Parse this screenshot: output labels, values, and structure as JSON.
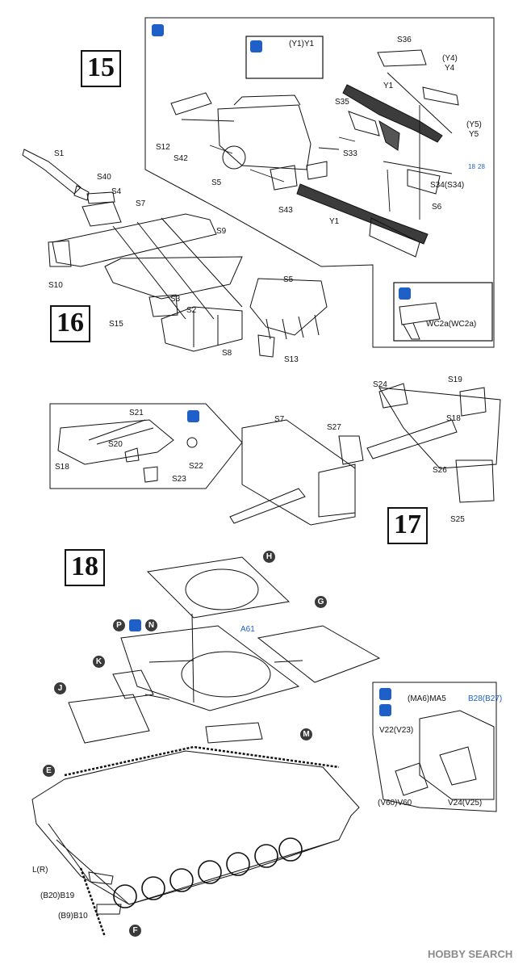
{
  "steps": {
    "s15": "15",
    "s16": "16",
    "s17": "17",
    "s18": "18"
  },
  "icons": {
    "cement": "cement-icon",
    "paint": "paint-icon",
    "tool": "tool-icon",
    "cross": "cross-icon"
  },
  "step15": {
    "parts": [
      "S36",
      "(Y4)",
      "Y4",
      "(Y1)Y1",
      "Y1",
      "S35",
      "(Y5)",
      "Y5",
      "S12",
      "S42",
      "S5",
      "S33",
      "S34(S34)",
      "S43",
      "S6",
      "Y1",
      "S1",
      "S40",
      "S4"
    ],
    "paint_ref": "18",
    "paint_ref2": "28"
  },
  "step16": {
    "parts": [
      "S7",
      "S9",
      "S10",
      "S15",
      "S5",
      "S3",
      "S2",
      "S8",
      "S13"
    ],
    "inset": "WC2a(WC2a)"
  },
  "step17": {
    "parts": [
      "S24",
      "S19",
      "S21",
      "S7",
      "S27",
      "S18",
      "S20",
      "S22",
      "S18",
      "S23",
      "S26",
      "S25"
    ]
  },
  "step18": {
    "parts": [
      "H",
      "G",
      "P",
      "N",
      "A61",
      "K",
      "J",
      "M",
      "E",
      "L(R)",
      "(B20)B19",
      "(B9)B10",
      "F"
    ],
    "inset": [
      "(MA6)MA5",
      "B28(B27)",
      "V22(V23)",
      "(V60)V60",
      "V24(V25)"
    ]
  },
  "colors": {
    "accent": "#1e5fc8",
    "ink": "#111111"
  },
  "watermark": "HOBBY SEARCH"
}
